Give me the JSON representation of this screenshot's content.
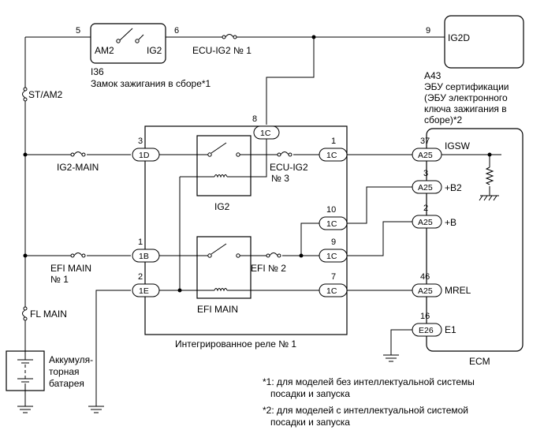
{
  "diagram": {
    "switch": {
      "pin_left": "5",
      "pin_right": "6",
      "contact_left": "AM2",
      "contact_right": "IG2",
      "code": "I36",
      "name": "Замок зажигания в сборе*1"
    },
    "ecu_cert": {
      "pin": "9",
      "terminal": "IG2D",
      "code": "A43",
      "name_lines": [
        "ЭБУ сертификации",
        "(ЭБУ электронного",
        "ключа зажигания в",
        "сборе)*2"
      ]
    },
    "fuses": {
      "ecu_ig2_1": "ECU-IG2 № 1",
      "st_am2": "ST/AM2",
      "ig2_main": "IG2-MAIN",
      "ecu_ig2_3_line1": "ECU-IG2",
      "ecu_ig2_3_line2": "№ 3",
      "efi_main_1_line1": "EFI MAIN",
      "efi_main_1_line2": "№ 1",
      "efi_2": "EFI № 2",
      "fl_main": "FL MAIN"
    },
    "relay_block": {
      "name": "Интегрированное реле № 1",
      "relay_ig2": "IG2",
      "relay_efi_main": "EFI MAIN",
      "connectors": {
        "top": {
          "pin": "8",
          "conn": "1C"
        },
        "left_1": {
          "pin": "3",
          "conn": "1D"
        },
        "left_2": {
          "pin": "1",
          "conn": "1B"
        },
        "left_3": {
          "pin": "2",
          "conn": "1E"
        },
        "right_1": {
          "pin": "1",
          "conn": "1C"
        },
        "right_2": {
          "pin": "10",
          "conn": "1C"
        },
        "right_3": {
          "pin": "9",
          "conn": "1C"
        },
        "right_4": {
          "pin": "7",
          "conn": "1C"
        }
      }
    },
    "ecm": {
      "name": "ECM",
      "terminals": [
        {
          "pin": "37",
          "conn": "A25",
          "signal": "IGSW"
        },
        {
          "pin": "3",
          "conn": "A25",
          "signal": "+B2"
        },
        {
          "pin": "2",
          "conn": "A25",
          "signal": "+B"
        },
        {
          "pin": "46",
          "conn": "A25",
          "signal": "MREL"
        },
        {
          "pin": "16",
          "conn": "E26",
          "signal": "E1"
        }
      ]
    },
    "battery": {
      "line1": "Аккумуля-",
      "line2": "торная",
      "line3": "батарея"
    },
    "notes": [
      "*1: для моделей без интеллектуальной системы",
      "посадки и запуска",
      "*2: для моделей с интеллектуальной системой",
      "посадки и запуска"
    ]
  }
}
